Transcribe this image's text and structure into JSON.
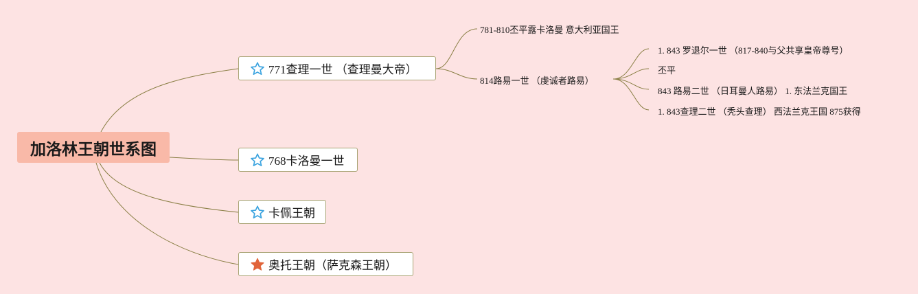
{
  "root": {
    "label": "加洛林王朝世系图"
  },
  "branches": [
    {
      "label": "771查理一世 （查理曼大帝）",
      "icon": "star-outline-icon"
    },
    {
      "label": "768卡洛曼一世",
      "icon": "star-outline-icon"
    },
    {
      "label": "卡佩王朝",
      "icon": "star-outline-icon"
    },
    {
      "label": "奥托王朝（萨克森王朝）",
      "icon": "star-filled-icon"
    }
  ],
  "charlemagne_children": [
    {
      "label": "781-810丕平露卡洛曼 意大利亚国王"
    },
    {
      "label": "814路易一世 （虔诚者路易）"
    }
  ],
  "louis_children": [
    {
      "label": "1. 843 罗退尔一世 （817-840与父共享皇帝尊号）"
    },
    {
      "label": "丕平"
    },
    {
      "label": "843 路易二世 （日耳曼人路易） 1. 东法兰克国王"
    },
    {
      "label": "1. 843查理二世 （秃头查理） 西法兰克王国 875获得"
    }
  ],
  "colors": {
    "background": "#fde3e3",
    "root_fill": "#f9b9a8",
    "branch_border": "#a8a373",
    "connector": "#8a7f45",
    "star_outline": "#3aa3df",
    "star_filled": "#e1643a"
  }
}
